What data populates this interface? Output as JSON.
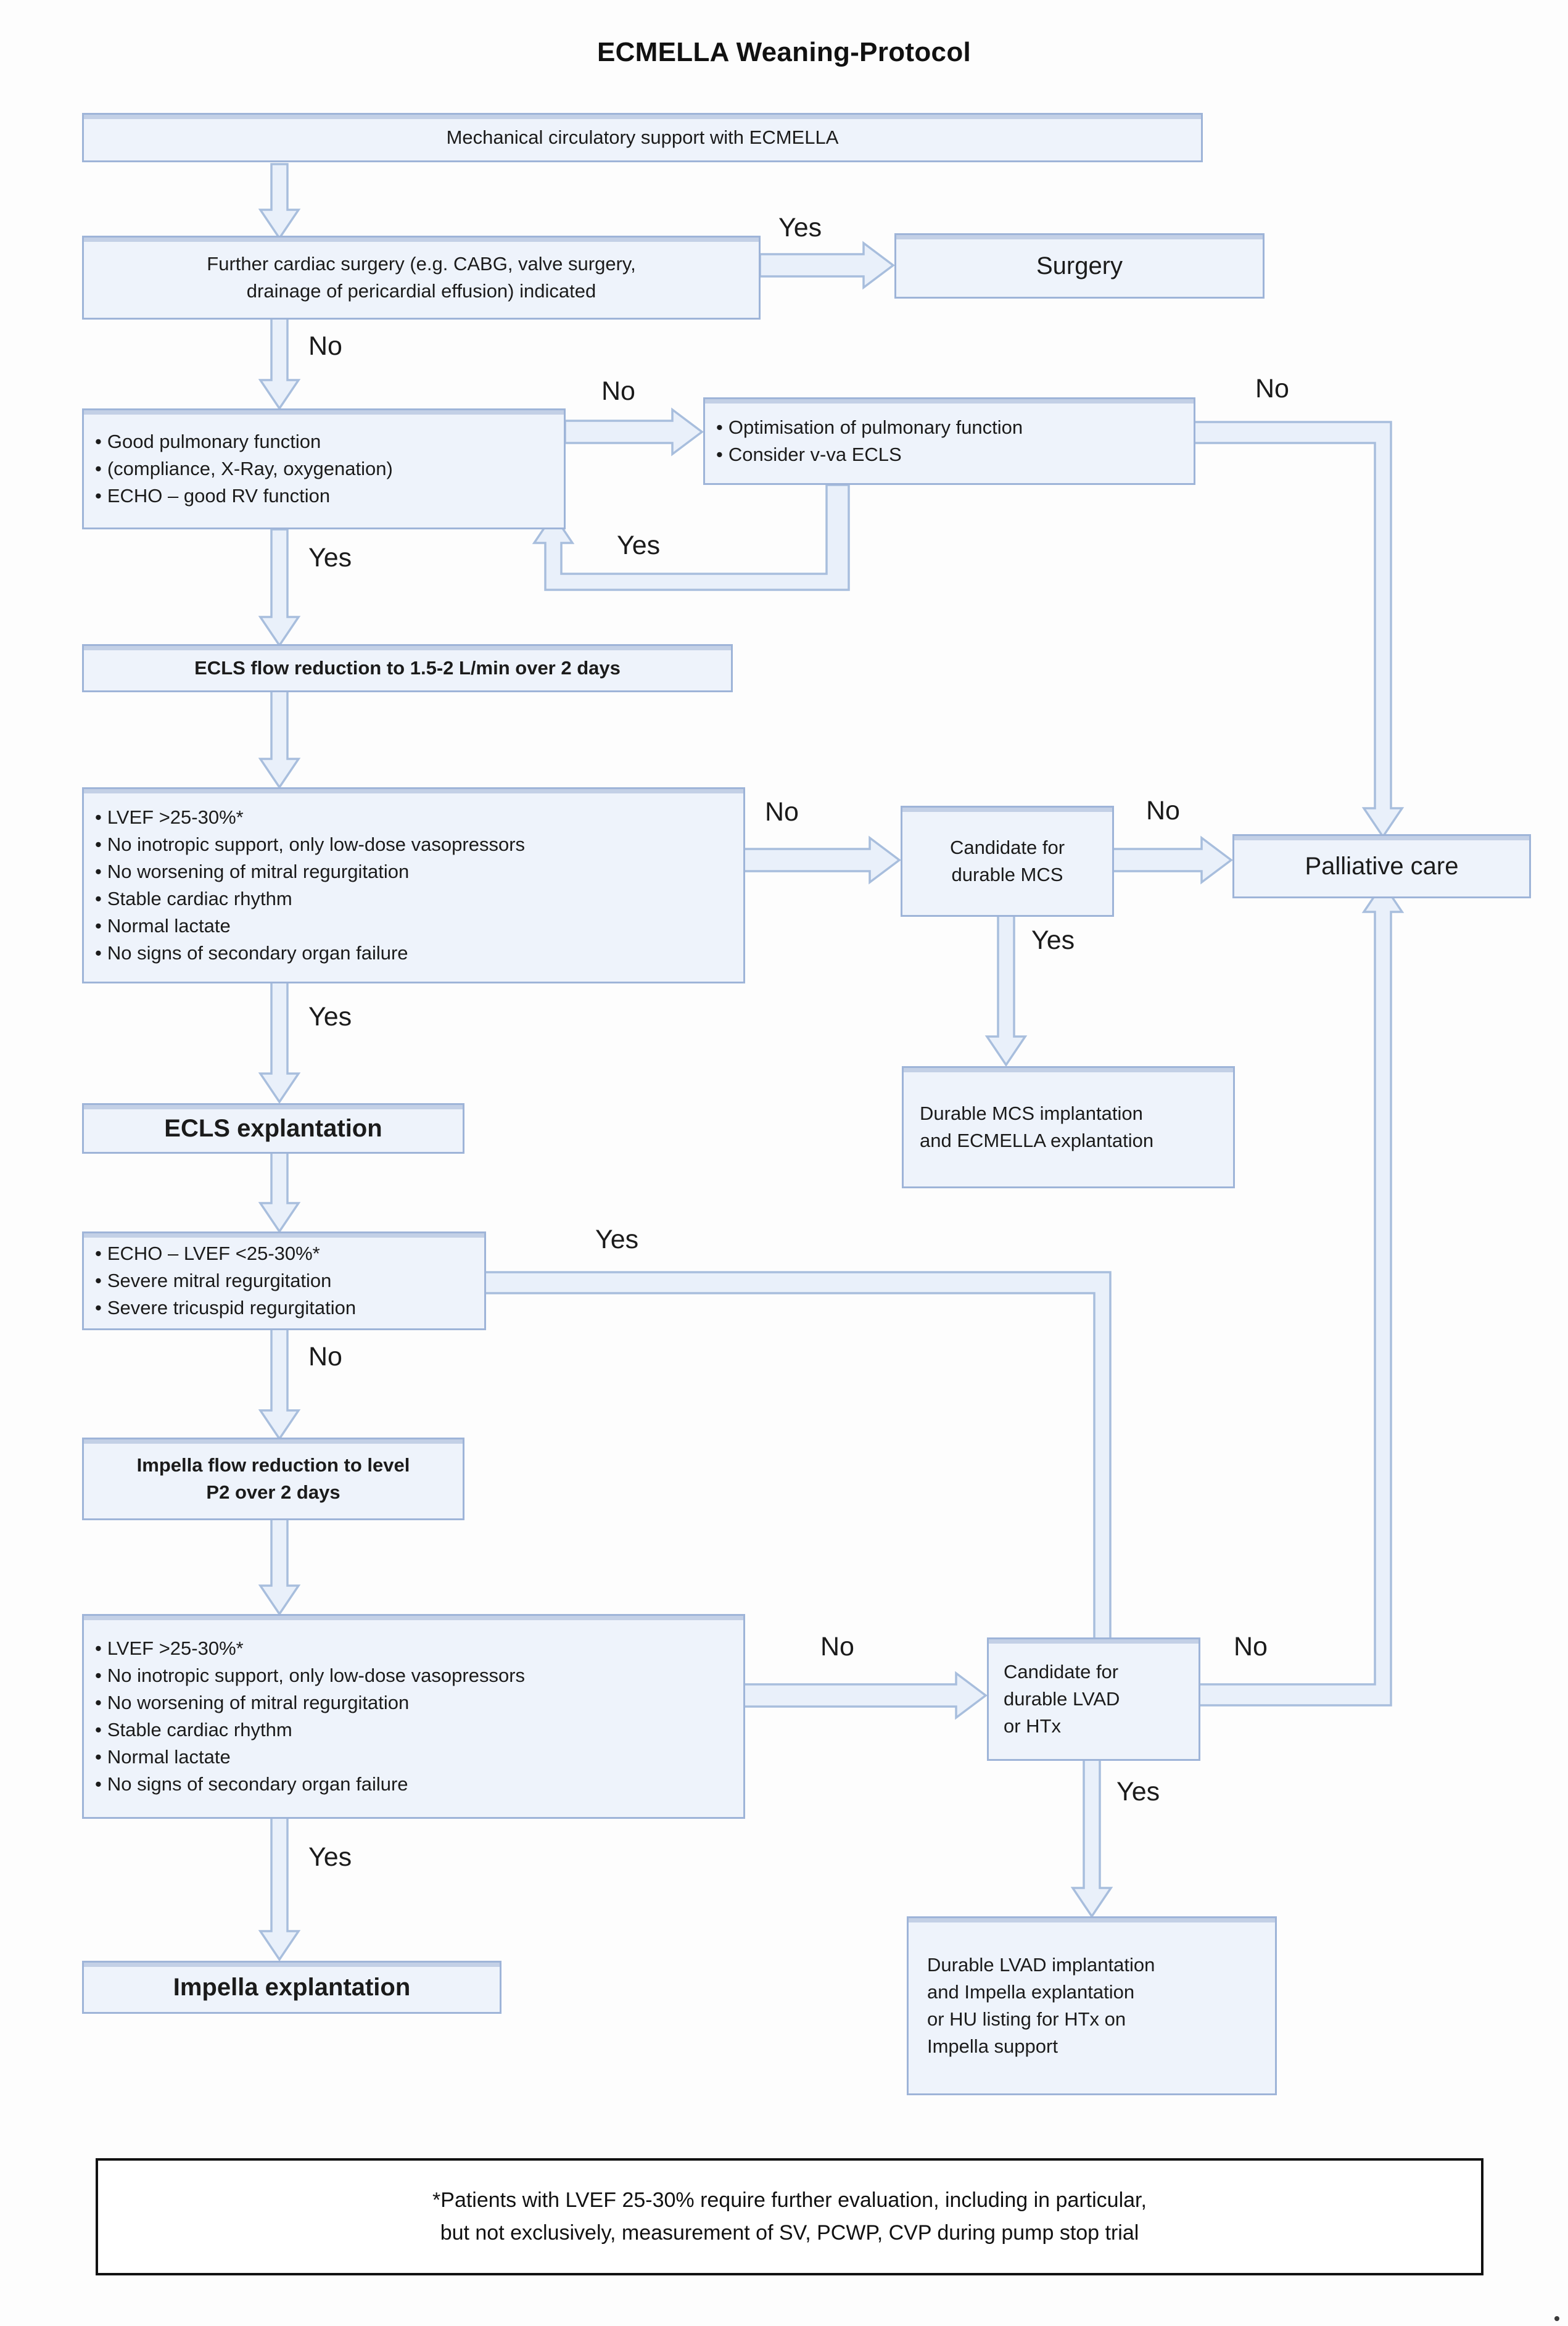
{
  "title": "ECMELLA Weaning-Protocol",
  "colors": {
    "node_fill": "#eef3fb",
    "node_border": "#9eb4d8",
    "edge_stroke": "#a8bedd",
    "edge_fill": "#e8eef9",
    "text": "#1b1b1b",
    "footnote_border": "#111111"
  },
  "nodes": {
    "mcs_support": {
      "text": "Mechanical circulatory support with ECMELLA"
    },
    "further_surgery": {
      "line1": "Further cardiac surgery (e.g. CABG, valve surgery,",
      "line2": "drainage of pericardial effusion) indicated"
    },
    "surgery": {
      "text": "Surgery"
    },
    "pulmonary_check": {
      "bullets": [
        "Good pulmonary function",
        "(compliance, X-Ray, oxygenation)",
        "ECHO – good RV function"
      ]
    },
    "pulmonary_optimise": {
      "bullets": [
        "Optimisation of pulmonary function",
        "Consider v-va ECLS"
      ]
    },
    "ecls_flow": {
      "text": "ECLS flow reduction to 1.5-2 L/min over 2 days"
    },
    "lvef_criteria_1": {
      "bullets": [
        "LVEF >25-30%*",
        "No inotropic support, only low-dose vasopressors",
        "No worsening of mitral regurgitation",
        "Stable cardiac rhythm",
        "Normal lactate",
        "No signs of secondary organ failure"
      ]
    },
    "candidate_mcs": {
      "line1": "Candidate for",
      "line2": "durable MCS"
    },
    "palliative_care": {
      "text": "Palliative care"
    },
    "durable_mcs_impl": {
      "line1": "Durable MCS implantation",
      "line2": "and ECMELLA explantation"
    },
    "ecls_explantation": {
      "text": "ECLS explantation"
    },
    "echo_lvef_low": {
      "bullets": [
        "ECHO – LVEF <25-30%*",
        "Severe mitral regurgitation",
        "Severe tricuspid regurgitation"
      ]
    },
    "impella_flow": {
      "line1": "Impella flow reduction to level",
      "line2": "P2 over 2 days"
    },
    "lvef_criteria_2": {
      "bullets": [
        "LVEF >25-30%*",
        "No inotropic support, only low-dose vasopressors",
        "No worsening of mitral regurgitation",
        "Stable cardiac rhythm",
        "Normal lactate",
        "No signs of secondary organ failure"
      ]
    },
    "candidate_lvad": {
      "line1": "Candidate for",
      "line2": "durable LVAD",
      "line3": "or HTx"
    },
    "durable_lvad_impl": {
      "line1": "Durable LVAD implantation",
      "line2": "and Impella explantation",
      "line3": "or HU listing for HTx on",
      "line4": "Impella support"
    },
    "impella_explantation": {
      "text": "Impella explantation"
    }
  },
  "edge_labels": {
    "surgery_yes": "Yes",
    "surgery_no": "No",
    "pulm_no": "No",
    "pulm_loop_yes": "Yes",
    "pulm_yes": "Yes",
    "pulm_opt_no": "No",
    "lvef1_no": "No",
    "mcs_no": "No",
    "mcs_yes": "Yes",
    "lvef1_yes": "Yes",
    "echo_yes": "Yes",
    "echo_no": "No",
    "lvef2_no": "No",
    "lvad_no": "No",
    "lvad_yes": "Yes",
    "lvef2_yes": "Yes"
  },
  "footnote": {
    "line1": "*Patients with LVEF 25-30% require further evaluation, including in particular,",
    "line2": "but not exclusively, measurement of SV, PCWP, CVP during pump stop trial"
  }
}
